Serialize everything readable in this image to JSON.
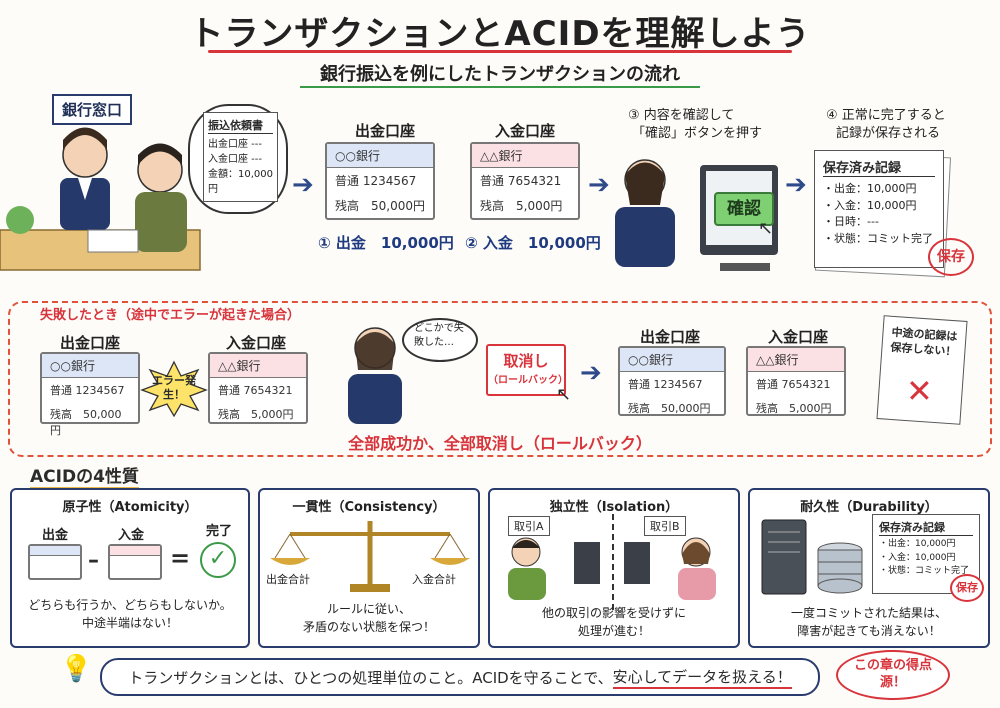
{
  "title": "トランザクションとACIDを理解しよう",
  "subtitle": "銀行振込を例にしたトランザクションの流れ",
  "top": {
    "counter_label": "銀行窓口",
    "form": {
      "title": "振込依頼書",
      "lines": [
        "出金口座 ---",
        "入金口座 ---",
        "金額：10,000円"
      ]
    },
    "withdraw": {
      "heading": "出金口座",
      "bank": "○○銀行",
      "account": "普通 1234567",
      "balance": "残高　50,000円",
      "step": "① 出金　10,000円"
    },
    "deposit": {
      "heading": "入金口座",
      "bank": "△△銀行",
      "account": "普通 7654321",
      "balance": "残高　5,000円",
      "step": "② 入金　10,000円"
    },
    "confirm": {
      "caption1": "③ 内容を確認して",
      "caption2": "「確認」ボタンを押す",
      "button": "確認"
    },
    "complete": {
      "caption1": "④ 正常に完了すると",
      "caption2": "記録が保存される",
      "record_title": "保存済み記録",
      "items": [
        "・出金：10,000円",
        "・入金：10,000円",
        "・日時：---",
        "・状態：コミット完了"
      ],
      "stamp": "保存"
    }
  },
  "failure": {
    "label": "失敗したとき（途中でエラーが起きた場合）",
    "withdraw": {
      "heading": "出金口座",
      "bank": "○○銀行",
      "account": "普通 1234567",
      "balance": "残高　50,000円"
    },
    "deposit": {
      "heading": "入金口座",
      "bank": "△△銀行",
      "account": "普通 7654321",
      "balance": "残高　5,000円"
    },
    "error_burst": "エラー発生！",
    "thought": "どこかで失敗した…",
    "rollback_title": "取消し",
    "rollback_sub": "（ロールバック）",
    "after_withdraw": {
      "heading": "出金口座",
      "bank": "○○銀行",
      "account": "普通 1234567",
      "balance": "残高　50,000円"
    },
    "after_deposit": {
      "heading": "入金口座",
      "bank": "△△銀行",
      "account": "普通 7654321",
      "balance": "残高　5,000円"
    },
    "paper_note": "中途の記録は保存しない！",
    "summary": "全部成功か、全部取消し（ロールバック）"
  },
  "acid": {
    "heading": "ACIDの4性質",
    "atomicity": {
      "title": "原子性（Atomicity）",
      "left": "出金",
      "right": "入金",
      "done": "完了",
      "note1": "どちらも行うか、どちらもしないか。",
      "note2": "中途半端はない！"
    },
    "consistency": {
      "title": "一貫性（Consistency）",
      "left": "出金合計",
      "right": "入金合計",
      "note1": "ルールに従い、",
      "note2": "矛盾のない状態を保つ！"
    },
    "isolation": {
      "title": "独立性（Isolation）",
      "tx_a": "取引A",
      "tx_b": "取引B",
      "note1": "他の取引の影響を受けずに",
      "note2": "処理が進む！"
    },
    "durability": {
      "title": "耐久性（Durability）",
      "record_title": "保存済み記録",
      "items": [
        "・出金：10,000円",
        "・入金：10,000円",
        "・状態：コミット完了"
      ],
      "stamp": "保存",
      "note1": "一度コミットされた結果は、",
      "note2": "障害が起きても消えない！"
    }
  },
  "footer": {
    "part1": "トランザクションとは、ひとつの処理単位のこと。ACIDを守ることで、",
    "part2": "安心してデータを扱える！"
  },
  "badge": "この章の得点源！",
  "colors": {
    "accent_red": "#d8343b",
    "navy": "#2a3c6e",
    "green": "#3a9a48",
    "blue_header": "#dde6f6",
    "pink_header": "#fbe0e4"
  }
}
